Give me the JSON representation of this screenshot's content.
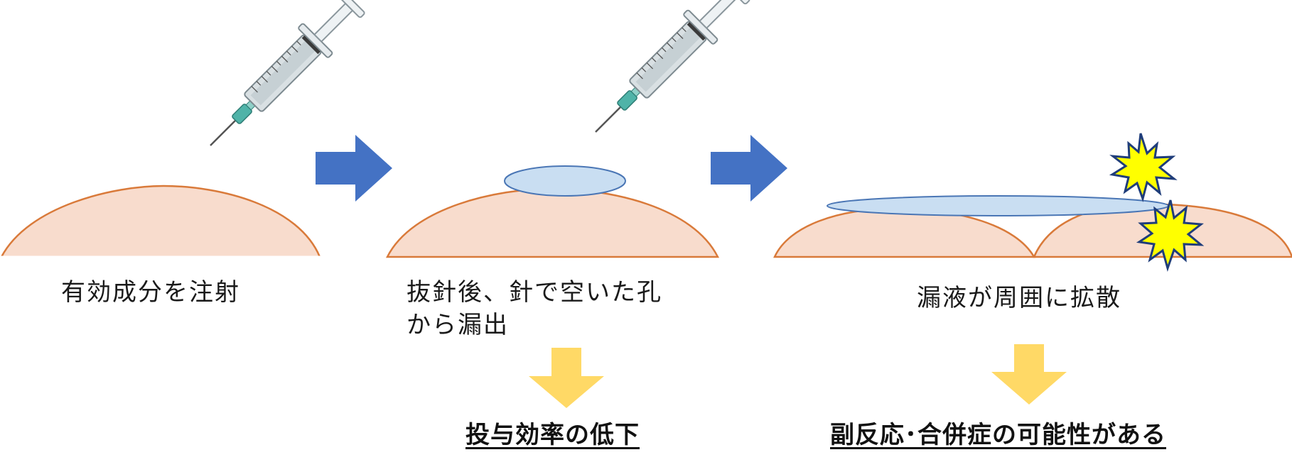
{
  "steps": [
    {
      "caption": "有効成分を注射"
    },
    {
      "caption_line1": "抜針後、針で空いた孔",
      "caption_line2": "から漏出"
    },
    {
      "caption": "漏液が周囲に拡散"
    }
  ],
  "results": [
    {
      "text": "投与効率の低下"
    },
    {
      "text": "副反応･合併症の可能性がある"
    }
  ],
  "colors": {
    "skin_fill": "#f8dccd",
    "skin_stroke": "#d97a3a",
    "fluid_fill": "#c9def2",
    "fluid_stroke": "#4a76b5",
    "blue_arrow": "#4472c4",
    "yellow_arrow": "#ffd966",
    "spark_fill": "#ffff00",
    "spark_stroke": "#1f3d7a"
  },
  "icons": [
    "syringe-icon",
    "right-arrow-icon",
    "down-arrow-icon",
    "spark-icon"
  ]
}
